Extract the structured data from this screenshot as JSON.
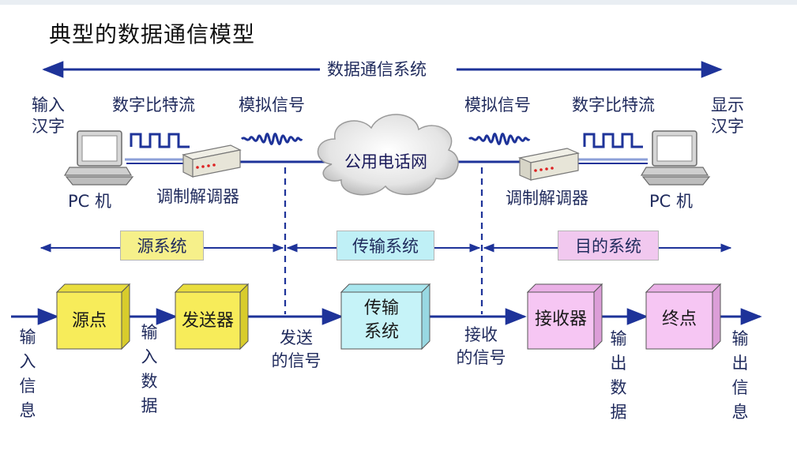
{
  "title": "典型的数据通信模型",
  "system_label": "数据通信系统",
  "top": {
    "input_label": [
      "输入",
      "汉字"
    ],
    "output_label": [
      "显示",
      "汉字"
    ],
    "bitstream_left": "数字比特流",
    "bitstream_right": "数字比特流",
    "analog_left": "模拟信号",
    "analog_right": "模拟信号",
    "pc_left": "PC 机",
    "pc_right": "PC 机",
    "modem_left": "调制解调器",
    "modem_right": "调制解调器",
    "cloud": "公用电话网"
  },
  "sections": {
    "source": "源系统",
    "transmission": "传输系统",
    "destination": "目的系统"
  },
  "blocks": {
    "source_point": "源点",
    "transmitter": "发送器",
    "transmission_system": [
      "传输",
      "系统"
    ],
    "receiver": "接收器",
    "destination_point": "终点"
  },
  "flow_labels": {
    "input_info": "输入信息",
    "input_data": "输入数据",
    "sent_signal": [
      "发送",
      "的信号"
    ],
    "received_signal": [
      "接收",
      "的信号"
    ],
    "output_data": "输出数据",
    "output_info": "输出信息"
  },
  "colors": {
    "line": "#1e3399",
    "yellow_block": "#f7ec5a",
    "cyan_block": "#c6f3f8",
    "pink_block": "#f6c6f3",
    "section_yellow": "#f6f08a",
    "section_cyan": "#bff0f6",
    "section_pink": "#f1c8ef"
  }
}
